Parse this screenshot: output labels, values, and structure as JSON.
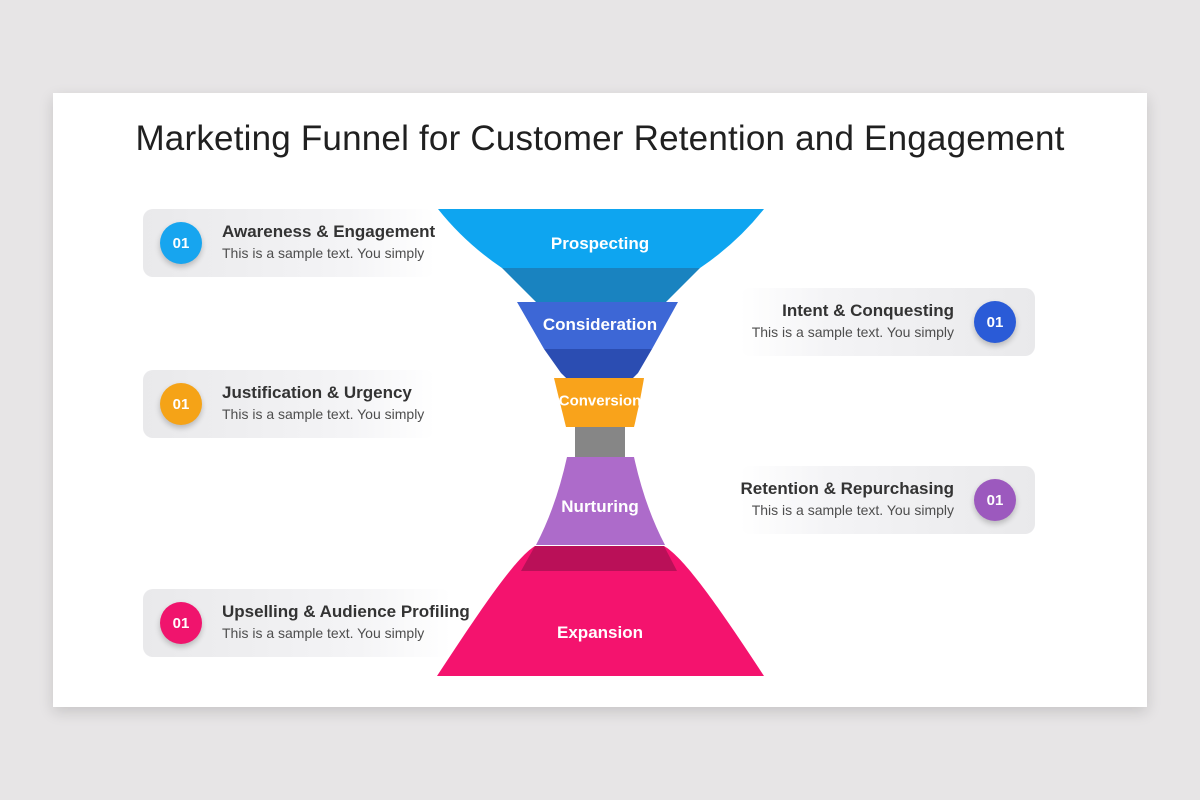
{
  "page": {
    "background_color": "#E7E5E6",
    "slide_background_color": "#FFFFFF"
  },
  "title": "Marketing Funnel for Customer Retention and Engagement",
  "funnel": {
    "connector_color": "#868686",
    "stages": [
      {
        "label": "Prospecting",
        "color": "#0EA5F0",
        "shade_color": "#1983C0"
      },
      {
        "label": "Consideration",
        "color": "#3D67D6",
        "shade_color": "#2B4DB2"
      },
      {
        "label": "Conversion",
        "color": "#F9A31B",
        "shade_color": "#F9A31B"
      },
      {
        "label": "Nurturing",
        "color": "#AD6BCA",
        "shade_color": "#AD6BCA"
      },
      {
        "label": "Expansion",
        "color": "#F4136E",
        "shade_color": "#BA1058"
      }
    ]
  },
  "cards": [
    {
      "side": "left",
      "number": "01",
      "title": "Awareness & Engagement",
      "description": "This is a sample text. You simply",
      "badge_color": "#17A5EF"
    },
    {
      "side": "right",
      "number": "01",
      "title": "Intent & Conquesting",
      "description": "This is a sample text. You simply",
      "badge_color": "#2A5BD7"
    },
    {
      "side": "left",
      "number": "01",
      "title": "Justification & Urgency",
      "description": "This is a sample text. You simply",
      "badge_color": "#F5A317"
    },
    {
      "side": "right",
      "number": "01",
      "title": "Retention & Repurchasing",
      "description": "This is a sample text. You simply",
      "badge_color": "#9C59BE"
    },
    {
      "side": "left",
      "number": "01",
      "title": "Upselling & Audience Profiling",
      "description": "This is a sample text. You simply",
      "badge_color": "#F0146D"
    }
  ]
}
